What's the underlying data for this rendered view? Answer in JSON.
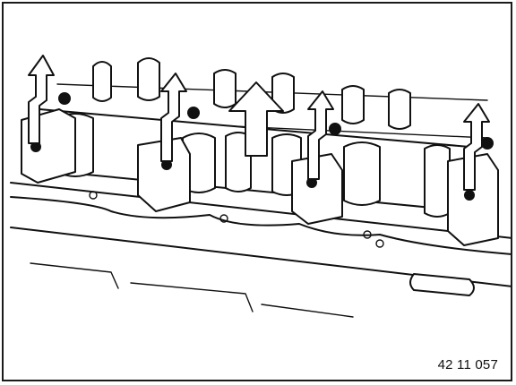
{
  "figure": {
    "number_label": "42 11 057",
    "subject": "camshaft-bearing-caps-removal",
    "arrow_count": 5
  },
  "colors": {
    "line": "#111111",
    "background": "#ffffff"
  }
}
